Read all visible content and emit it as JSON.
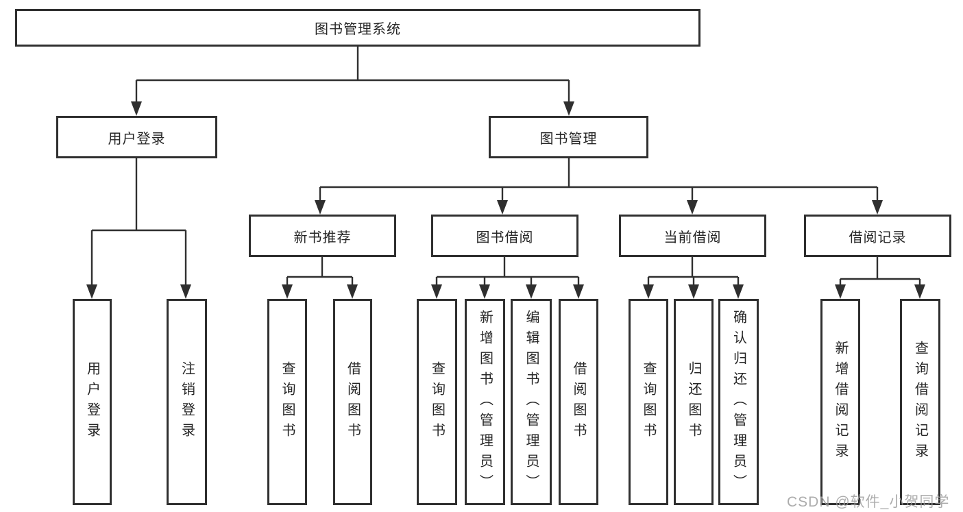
{
  "diagram": {
    "root": {
      "label": "图书管理系统"
    },
    "level2": [
      {
        "label": "用户登录"
      },
      {
        "label": "图书管理"
      }
    ],
    "level3": [
      {
        "label": "新书推荐"
      },
      {
        "label": "图书借阅"
      },
      {
        "label": "当前借阅"
      },
      {
        "label": "借阅记录"
      }
    ],
    "leaves": {
      "user_login": [
        {
          "label": "用户登录"
        },
        {
          "label": "注销登录"
        }
      ],
      "new_book_recommend": [
        {
          "label": "查询图书"
        },
        {
          "label": "借阅图书"
        }
      ],
      "book_borrow": [
        {
          "label": "查询图书"
        },
        {
          "label": "新增图书（管理员）"
        },
        {
          "label": "编辑图书（管理员）"
        },
        {
          "label": "借阅图书"
        }
      ],
      "current_borrow": [
        {
          "label": "查询图书"
        },
        {
          "label": "归还图书"
        },
        {
          "label": "确认归还（管理员）"
        }
      ],
      "borrow_records": [
        {
          "label": "新增借阅记录"
        },
        {
          "label": "查询借阅记录"
        }
      ]
    }
  },
  "watermark": {
    "text": "CSDN @软件_小贺同学"
  },
  "colors": {
    "line": "#2f2f2f",
    "box_border": "#2f2f2f",
    "text": "#262626",
    "watermark": "#9e9e9e",
    "background": "#ffffff"
  }
}
